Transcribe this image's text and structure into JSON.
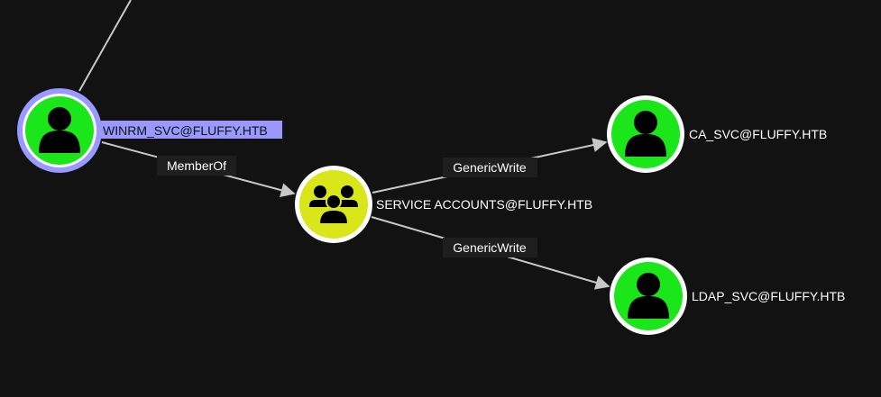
{
  "colors": {
    "background": "#121212",
    "user": "#1ae61a",
    "group": "#d9e619",
    "selected": "#9999ff",
    "edge": "#c8c8c8"
  },
  "nodes": [
    {
      "id": "winrm",
      "label": "WINRM_SVC@FLUFFY.HTB",
      "type": "user",
      "icon": "user-icon",
      "selected": true
    },
    {
      "id": "svcacc",
      "label": "SERVICE ACCOUNTS@FLUFFY.HTB",
      "type": "group",
      "icon": "group-icon",
      "selected": false
    },
    {
      "id": "ca",
      "label": "CA_SVC@FLUFFY.HTB",
      "type": "user",
      "icon": "user-icon",
      "selected": false
    },
    {
      "id": "ldap",
      "label": "LDAP_SVC@FLUFFY.HTB",
      "type": "user",
      "icon": "user-icon",
      "selected": false
    }
  ],
  "edges": [
    {
      "from": "winrm",
      "to": "svcacc",
      "label": "MemberOf"
    },
    {
      "from": "svcacc",
      "to": "ca",
      "label": "GenericWrite"
    },
    {
      "from": "svcacc",
      "to": "ldap",
      "label": "GenericWrite"
    }
  ]
}
